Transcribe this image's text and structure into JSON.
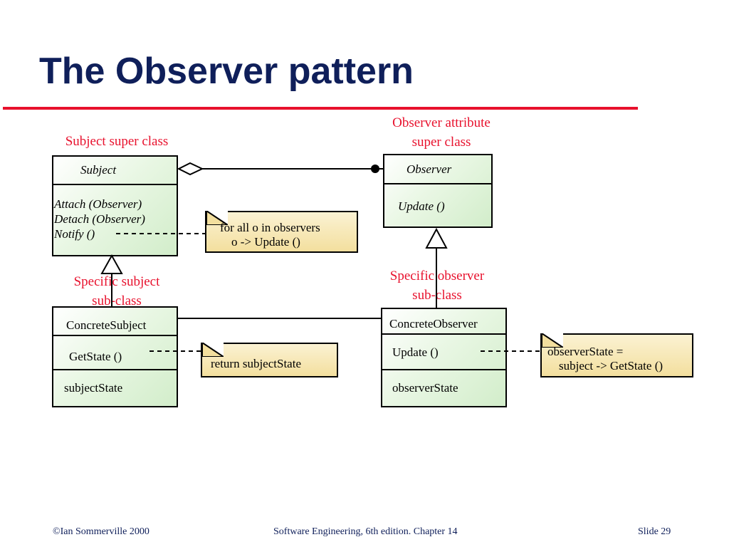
{
  "slide": {
    "title": "The Observer pattern"
  },
  "labels": {
    "subject_super": "Subject super class",
    "observer_super_line1": "Observer attribute",
    "observer_super_line2": "super class",
    "specific_subject_line1": "Specific subject",
    "specific_subject_line2": "sub-class",
    "specific_observer_line1": "Specific observer",
    "specific_observer_line2": "sub-class"
  },
  "classes": {
    "subject": {
      "name": "Subject",
      "ops": [
        "Attach (Observer)",
        "Detach (Observer)",
        "Notify ()"
      ]
    },
    "observer": {
      "name": "Observer",
      "ops": [
        "Update ()"
      ]
    },
    "concrete_subject": {
      "name": "ConcreteSubject",
      "op": "GetState ()",
      "attr": "subjectState"
    },
    "concrete_observer": {
      "name": "ConcreteObserver",
      "op": "Update ()",
      "attr": "observerState"
    }
  },
  "notes": {
    "notify": [
      "for all o in observers",
      "o -> Update ()"
    ],
    "getstate": [
      "return subjectState"
    ],
    "update": [
      "observerState =",
      "subject -> GetState ()"
    ]
  },
  "footer": {
    "left": "©Ian Sommerville 2000",
    "center": "Software Engineering, 6th edition. Chapter 14",
    "right": "Slide 29"
  },
  "colors": {
    "title": "#0f1f5a",
    "accent": "#e8112d"
  }
}
